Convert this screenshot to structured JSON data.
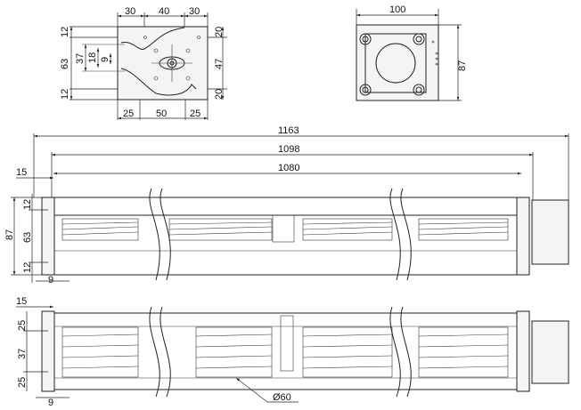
{
  "front_view": {
    "top_dims": [
      "30",
      "40",
      "30"
    ],
    "left_dims": [
      "12",
      "63",
      "12"
    ],
    "inner_dims": [
      "37",
      "18",
      "9"
    ],
    "right_dims": [
      "20",
      "47",
      "20"
    ],
    "bottom_dims": [
      "25",
      "50",
      "25"
    ]
  },
  "side_view": {
    "width_dim": "100",
    "height_dim": "87"
  },
  "elevation_view": {
    "overall_length": "1163",
    "length_1098": "1098",
    "length_1080": "1080",
    "flange_offset": "15",
    "height": "87",
    "height_parts": [
      "12",
      "63",
      "12"
    ],
    "flange_thickness": "9"
  },
  "plan_view": {
    "flange_offset": "15",
    "width_parts": [
      "25",
      "37",
      "25"
    ],
    "flange_thickness": "9",
    "impeller_diameter": "Ø60"
  }
}
